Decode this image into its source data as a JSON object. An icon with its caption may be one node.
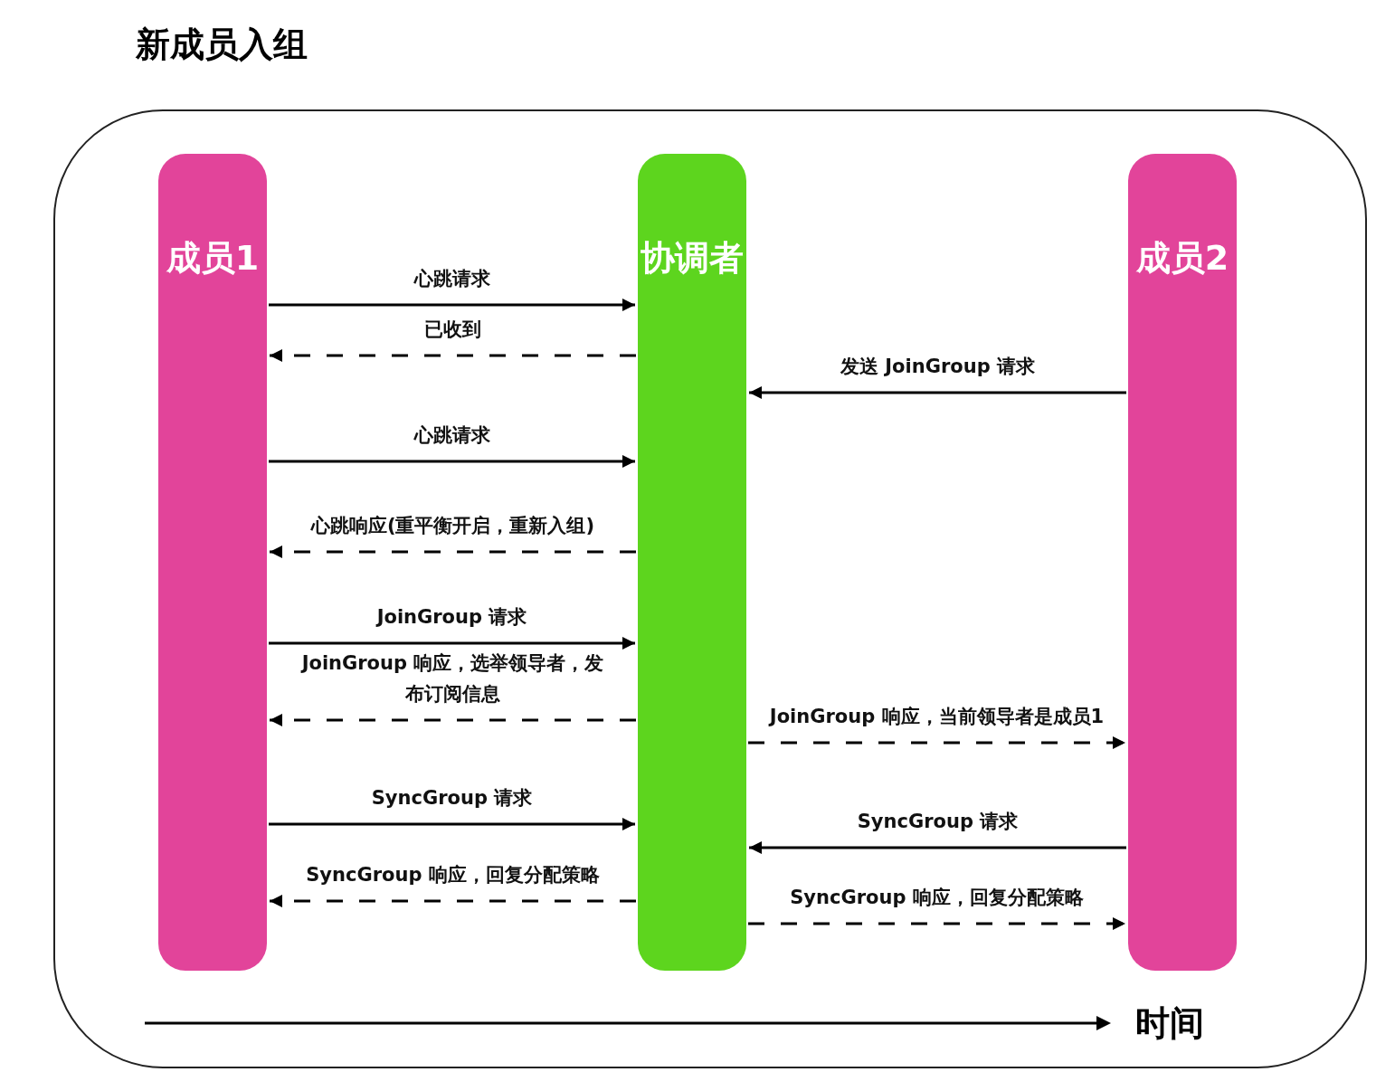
{
  "diagram": {
    "title": "新成员入组",
    "nodes": [
      {
        "text": [
          "成员1"
        ]
      },
      {
        "text": [
          "协调者"
        ]
      },
      {
        "text": [
          "成员2"
        ]
      }
    ],
    "edges": [
      {
        "from": 0,
        "to": 1,
        "arrow": "to",
        "label": "心跳请求"
      },
      {
        "from": 1,
        "to": 0,
        "arrow": "to",
        "label": "已收到",
        "style": "dashed"
      },
      {
        "from": 2,
        "to": 1,
        "arrow": "to",
        "label": "发送 JoinGroup 请求"
      },
      {
        "from": 0,
        "to": 1,
        "arrow": "to",
        "label": "心跳请求"
      },
      {
        "from": 1,
        "to": 0,
        "arrow": "to",
        "label": "心跳响应(重平衡开启，重新入组)",
        "style": "dashed"
      },
      {
        "from": 0,
        "to": 1,
        "arrow": "to",
        "label": "JoinGroup 请求"
      },
      {
        "from": 1,
        "to": 0,
        "arrow": "to",
        "label": "JoinGroup 响应，选举领导者，发布订阅信息",
        "style": "dashed"
      },
      {
        "from": 1,
        "to": 2,
        "arrow": "to",
        "label": "JoinGroup 响应，当前领导者是成员1",
        "style": "dashed"
      },
      {
        "from": 0,
        "to": 1,
        "arrow": "to",
        "label": "SyncGroup 请求"
      },
      {
        "from": 2,
        "to": 1,
        "arrow": "to",
        "label": "SyncGroup 请求"
      },
      {
        "from": 1,
        "to": 0,
        "arrow": "to",
        "label": "SyncGroup 响应，回复分配策略",
        "style": "dashed"
      },
      {
        "from": 1,
        "to": 2,
        "arrow": "to",
        "label": "SyncGroup 响应，回复分配策略",
        "style": "dashed"
      }
    ],
    "labels": [
      "时间"
    ]
  }
}
